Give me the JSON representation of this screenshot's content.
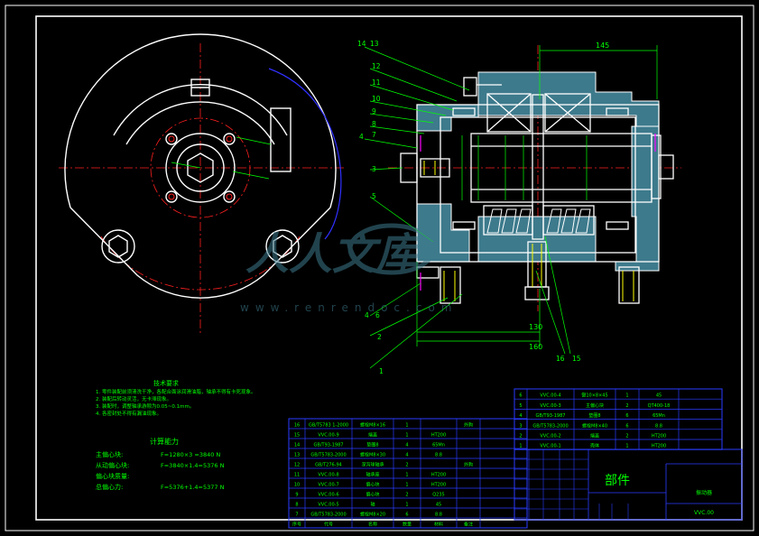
{
  "colors": {
    "background": "#000000",
    "frame": "#ffffff",
    "outline": "#ffffff",
    "centerline": "#ff2020",
    "dimension": "#00ff00",
    "table": "#2a3cff",
    "text": "#00ff00",
    "section_fill": "#3d7a8c",
    "yellow": "#ffff00",
    "magenta": "#ff00ff",
    "arc_blue": "#3030ff"
  },
  "watermark": {
    "brand": "人人文库",
    "url": "www.renrendoc.com"
  },
  "dimensions": {
    "top_width": "145",
    "bottom_inner": "130",
    "bottom_outer": "160"
  },
  "leaders": {
    "tl_a": "14",
    "tl_b": "13",
    "l12": "12",
    "l11": "11",
    "l10": "10",
    "l9": "9",
    "l8": "8",
    "l4a": "4",
    "l7": "7",
    "l3": "3",
    "l5": "5",
    "l4b": "4",
    "l6": "6",
    "l2": "2",
    "l1": "1",
    "l16": "16",
    "l15": "15"
  },
  "tech_notes": {
    "title": "技术要求",
    "lines": [
      "1. 零件装配前须清洗干净，各配合面涂润滑油脂，轴承不得有卡死现象。",
      "2. 装配后转动灵活，无卡滞现象。",
      "3. 装配时，调整轴承游隙为0.05~0.1mm。",
      "4. 各密封处不得有漏油现象。"
    ]
  },
  "calc": {
    "title": "计算能力",
    "rows": [
      {
        "label": "主偏心块:",
        "formula": "F=1280×3 =3840 N"
      },
      {
        "label": "从动偏心块:",
        "formula": "F=3840×1.4=5376 N"
      },
      {
        "label": "偏心块质量:",
        "formula": ""
      },
      {
        "label": "总偏心力:",
        "formula": "F=5376+1.4=5377 N"
      }
    ]
  },
  "bom_left": {
    "header": [
      "序号",
      "代号",
      "名称",
      "数量",
      "材料",
      "备注"
    ],
    "rows": [
      [
        "16",
        "GB/T5783 1-2000",
        "螺栓M8×16",
        "1",
        "",
        "外购"
      ],
      [
        "15",
        "VVC.00-9",
        "端盖",
        "1",
        "HT200",
        ""
      ],
      [
        "14",
        "GB/T93-1987",
        "垫圈8",
        "4",
        "65Mn",
        ""
      ],
      [
        "13",
        "GB/T5783-2000",
        "螺栓M8×30",
        "4",
        "8.8",
        ""
      ],
      [
        "12",
        "GB/T276-94",
        "深沟球轴承",
        "2",
        "",
        "外购"
      ],
      [
        "11",
        "VVC.00-8",
        "轴承座",
        "1",
        "HT200",
        ""
      ],
      [
        "10",
        "VVC.00-7",
        "偏心块",
        "1",
        "HT200",
        ""
      ],
      [
        "9",
        "VVC.00-6",
        "偏心块",
        "2",
        "Q235",
        ""
      ],
      [
        "8",
        "VVC.00-5",
        "轴",
        "1",
        "45",
        ""
      ],
      [
        "7",
        "GB/T5783-2000",
        "螺栓M8×20",
        "6",
        "8.8",
        ""
      ]
    ]
  },
  "bom_right": {
    "rows": [
      [
        "6",
        "VVC.00-4",
        "键10×8×45",
        "1",
        "45",
        ""
      ],
      [
        "5",
        "VVC.00-3",
        "主偏心块",
        "2",
        "QT400-18",
        ""
      ],
      [
        "4",
        "GB/T93-1987",
        "垫圈8",
        "6",
        "65Mn",
        ""
      ],
      [
        "3",
        "GB/T5783-2000",
        "螺栓M8×40",
        "6",
        "8.8",
        ""
      ],
      [
        "2",
        "VVC.00-2",
        "端盖",
        "2",
        "HT200",
        ""
      ],
      [
        "1",
        "VVC.00-1",
        "壳体",
        "1",
        "HT200",
        ""
      ]
    ],
    "title": "部件",
    "drawing_name": "振动器",
    "drawing_no": "VVC.00"
  }
}
